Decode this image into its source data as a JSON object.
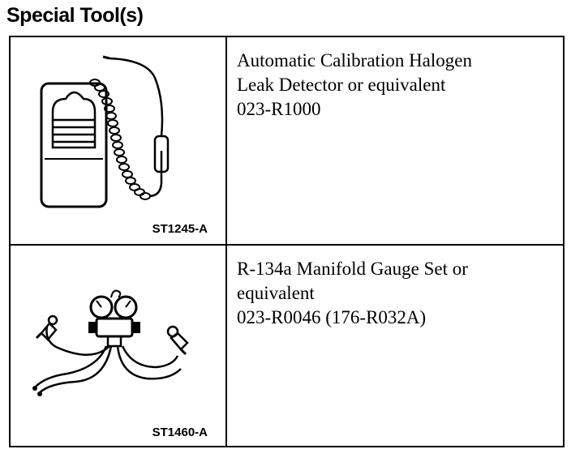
{
  "heading": "Special Tool(s)",
  "tools": [
    {
      "figure_label": "ST1245-A",
      "figure_icon": "halogen-leak-detector-illustration",
      "description": [
        "Automatic Calibration Halogen",
        "Leak Detector or equivalent",
        "023-R1000"
      ]
    },
    {
      "figure_label": "ST1460-A",
      "figure_icon": "manifold-gauge-set-illustration",
      "description": [
        "R-134a Manifold Gauge Set or",
        "equivalent",
        "023-R0046 (176-R032A)"
      ]
    }
  ]
}
